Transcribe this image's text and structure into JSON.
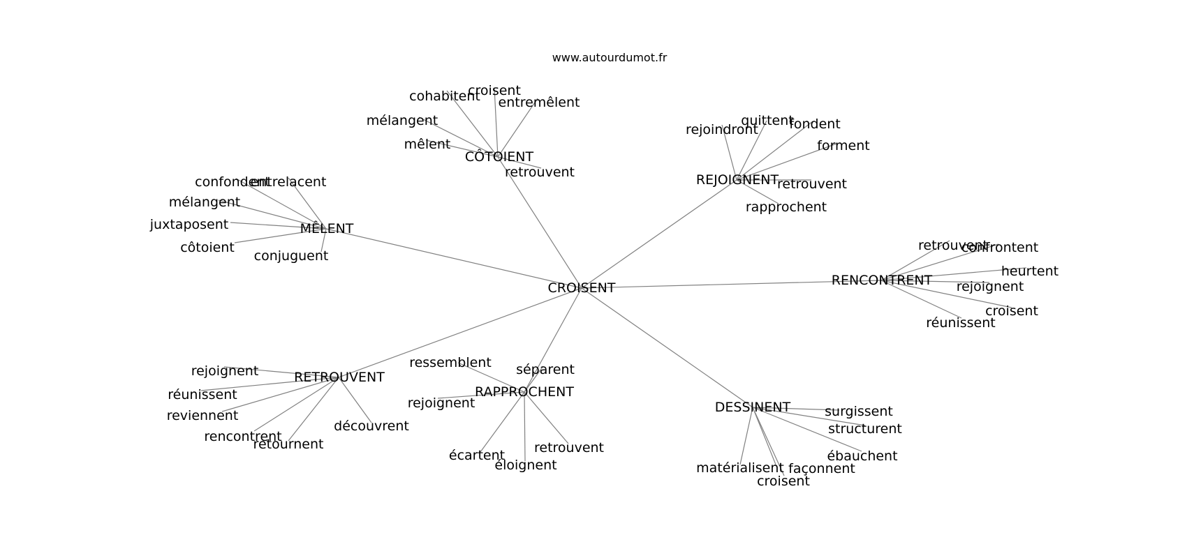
{
  "site": "www.autourdumot.fr",
  "root": "CROISENT",
  "hubs": [
    {
      "id": "cotoient",
      "label": "CÔTOIENT",
      "leaves": [
        "cohabitent",
        "croisent",
        "entremêlent",
        "mélangent",
        "mêlent",
        "retrouvent"
      ]
    },
    {
      "id": "melent",
      "label": "MÊLENT",
      "leaves": [
        "confondent",
        "entrelacent",
        "mélangent",
        "juxtaposent",
        "côtoient",
        "conjuguent"
      ]
    },
    {
      "id": "rejoignent",
      "label": "REJOIGNENT",
      "leaves": [
        "rejoindront",
        "quittent",
        "fondent",
        "forment",
        "retrouvent",
        "rapprochent"
      ]
    },
    {
      "id": "rencontrent",
      "label": "RENCONTRENT",
      "leaves": [
        "retrouvent",
        "confrontent",
        "heurtent",
        "rejoignent",
        "croisent",
        "réunissent"
      ]
    },
    {
      "id": "retrouvent",
      "label": "RETROUVENT",
      "leaves": [
        "rejoignent",
        "réunissent",
        "reviennent",
        "rencontrent",
        "retournent",
        "découvrent"
      ]
    },
    {
      "id": "rapprochent",
      "label": "RAPPROCHENT",
      "leaves": [
        "ressemblent",
        "séparent",
        "rejoignent",
        "écartent",
        "éloignent",
        "retrouvent"
      ]
    },
    {
      "id": "dessinent",
      "label": "DESSINENT",
      "leaves": [
        "surgissent",
        "structurent",
        "ébauchent",
        "matérialisent",
        "façonnent",
        "croisent"
      ]
    }
  ]
}
